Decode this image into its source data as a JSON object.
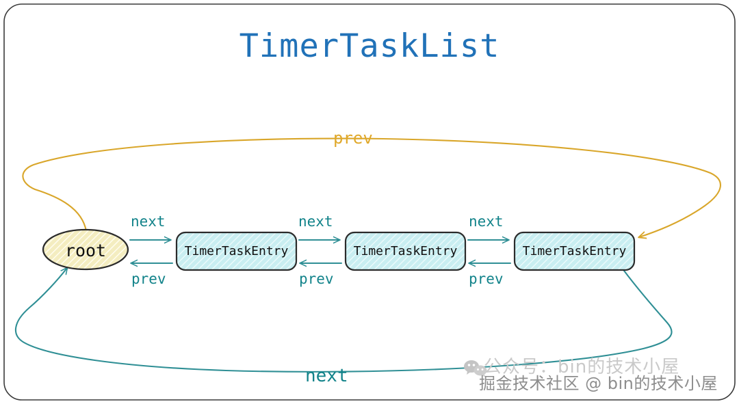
{
  "title": "TimerTaskList",
  "colors": {
    "title": "#2172b8",
    "next_edge": "#2f8f95",
    "prev_edge": "#d9a62a",
    "root_fill": "#f4edc0",
    "root_stroke": "#2b2b2b",
    "entry_fill": "#c9eef1",
    "entry_stroke": "#2b2b2b",
    "frame_stroke": "#3a3a3a",
    "label_teal": "#12838a",
    "label_orange": "#e0a82a"
  },
  "nodes": {
    "root": {
      "label": "root",
      "shape": "ellipse"
    },
    "entries": [
      {
        "label": "TimerTaskEntry"
      },
      {
        "label": "TimerTaskEntry"
      },
      {
        "label": "TimerTaskEntry"
      }
    ]
  },
  "edges": {
    "next_labels": [
      "next",
      "next",
      "next"
    ],
    "prev_labels": [
      "prev",
      "prev",
      "prev"
    ],
    "outer_prev_label": "prev",
    "outer_next_label": "next"
  },
  "watermark": {
    "back": "公众号：bin的技术小屋",
    "front": "掘金技术社区 @ bin的技术小屋",
    "icon": "wechat-icon"
  }
}
